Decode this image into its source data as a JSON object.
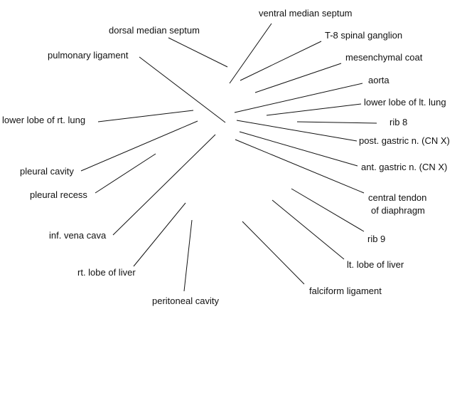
{
  "labels": {
    "ventral_median_septum": "ventral median septum",
    "dorsal_median_septum": "dorsal median septum",
    "t8_spinal_ganglion": "T-8 spinal ganglion",
    "mesenchymal_coat": "mesenchymal coat",
    "pulmonary_ligament": "pulmonary ligament",
    "aorta": "aorta",
    "lower_lobe_lt_lung": "lower lobe of lt. lung",
    "lower_lobe_rt_lung": "lower lobe of rt. lung",
    "rib_8": "rib 8",
    "post_gastric_n": "post. gastric n. (CN X)",
    "ant_gastric_n": "ant. gastric n. (CN X)",
    "pleural_cavity": "pleural cavity",
    "pleural_recess": "pleural recess",
    "central_tendon_line1": "central tendon",
    "central_tendon_line2": "of diaphragm",
    "inf_vena_cava": "inf. vena cava",
    "rib_9": "rib 9",
    "lt_lobe_liver": "lt. lobe of liver",
    "rt_lobe_liver": "rt. lobe of liver",
    "falciform_ligament": "falciform ligament",
    "peritoneal_cavity": "peritoneal cavity"
  }
}
